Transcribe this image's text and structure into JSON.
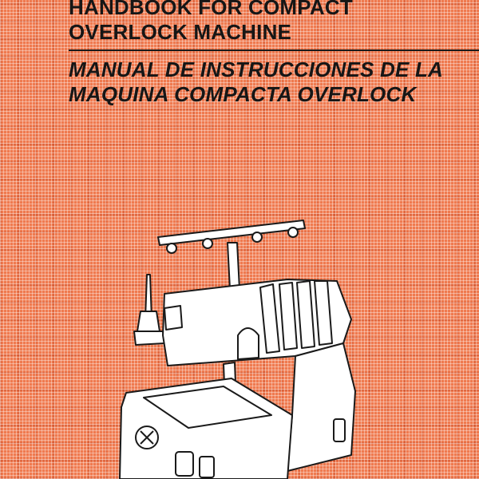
{
  "title_en_line1": "HANDBOOK FOR COMPACT",
  "title_en_line2": "OVERLOCK MACHINE",
  "title_es_line1": "MANUAL DE INSTRUCCIONES DE LA",
  "title_es_line2": "MAQUINA COMPACTA OVERLOCK",
  "colors": {
    "background": "#ef7a4f",
    "ink": "#161616",
    "machine_fill": "#ffffff"
  },
  "illustration": "overlock-sewing-machine"
}
